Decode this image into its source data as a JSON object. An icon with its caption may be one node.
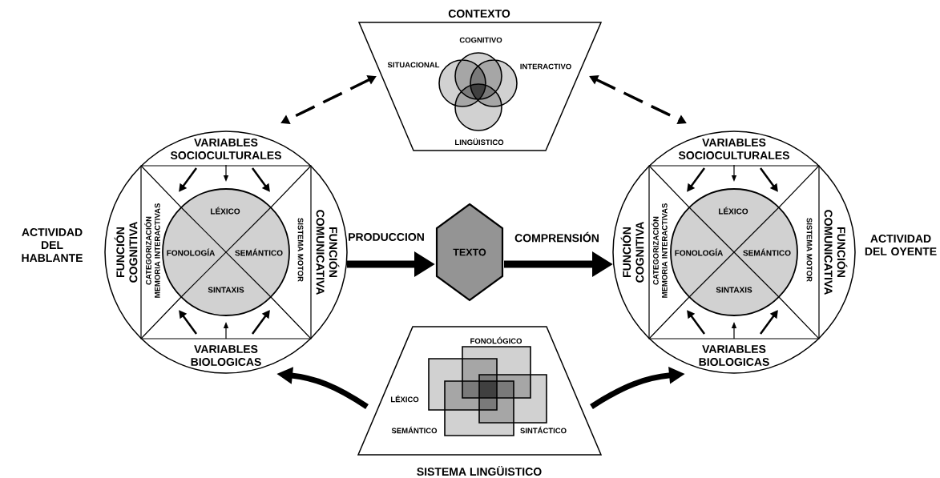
{
  "diagram": {
    "nodes": [
      {
        "text": [
          "CONTEXTO",
          "COGNITIVO",
          "SITUACIONAL",
          "INTERACTIVO",
          "LINGÜISTICO"
        ]
      },
      {
        "text": [
          "VARIABLES SOCIOCULTURALES",
          "FUNCIÓN COGNITIVA",
          "FUNCIÓN COMUNICATIVA",
          "VARIABLES BIOLOGICAS"
        ],
        "beside": [
          "ACTIVIDAD DEL HABLANTE"
        ]
      },
      {
        "text": [
          "CATEGORIZACIÓN MEMORIA INTERACTIVAS",
          "SISTEMA MOTOR"
        ],
        "in": 1
      },
      {
        "text": [
          "LÉXICO",
          "FONOLOGÍA",
          "SEMÁNTICO",
          "SINTAXIS"
        ],
        "in": 2
      },
      {
        "text": [
          "TEXTO"
        ]
      },
      {
        "text": [
          "VARIABLES SOCIOCULTURALES",
          "FUNCIÓN COGNITIVA",
          "FUNCIÓN COMUNICATIVA",
          "VARIABLES BIOLOGICAS"
        ],
        "beside": [
          "ACTIVIDAD DEL OYENTE"
        ]
      },
      {
        "text": [
          "CATEGORIZACIÓN MEMORIA INTERACTIVAS",
          "SISTEMA MOTOR"
        ],
        "in": 5
      },
      {
        "text": [
          "LÉXICO",
          "FONOLOGÍA",
          "SEMÁNTICO",
          "SINTAXIS"
        ],
        "in": 6
      },
      {
        "text": [
          "FONOLÓGICO",
          "LÉXICO",
          "SEMÁNTICO",
          "SINTÁCTICO",
          "SISTEMA LINGÜISTICO"
        ]
      }
    ],
    "edges": [
      {
        "from": 1,
        "to": 4,
        "arrow": "to",
        "label": "PRODUCCION",
        "style": "thick"
      },
      {
        "from": 4,
        "to": 5,
        "arrow": "to",
        "label": "COMPRENSIÓN",
        "style": "thick"
      },
      {
        "from": 0,
        "to": 1,
        "arrow": "both",
        "style": "dashed"
      },
      {
        "from": 0,
        "to": 5,
        "arrow": "both",
        "style": "dashed"
      },
      {
        "from": 8,
        "to": 1,
        "arrow": "to",
        "style": "thick"
      },
      {
        "from": 8,
        "to": 5,
        "arrow": "to",
        "style": "thick"
      },
      {
        "from": 2,
        "to": 3,
        "arrow": "to"
      },
      {
        "from": 2,
        "to": 3,
        "arrow": "to"
      },
      {
        "from": 2,
        "to": 3,
        "arrow": "to"
      },
      {
        "from": 2,
        "to": 3,
        "arrow": "to"
      },
      {
        "from": 2,
        "to": 3,
        "arrow": "to"
      },
      {
        "from": 2,
        "to": 3,
        "arrow": "to"
      },
      {
        "from": 6,
        "to": 7,
        "arrow": "to"
      },
      {
        "from": 6,
        "to": 7,
        "arrow": "to"
      },
      {
        "from": 6,
        "to": 7,
        "arrow": "to"
      },
      {
        "from": 6,
        "to": 7,
        "arrow": "to"
      },
      {
        "from": 6,
        "to": 7,
        "arrow": "to"
      },
      {
        "from": 6,
        "to": 7,
        "arrow": "to"
      }
    ]
  }
}
